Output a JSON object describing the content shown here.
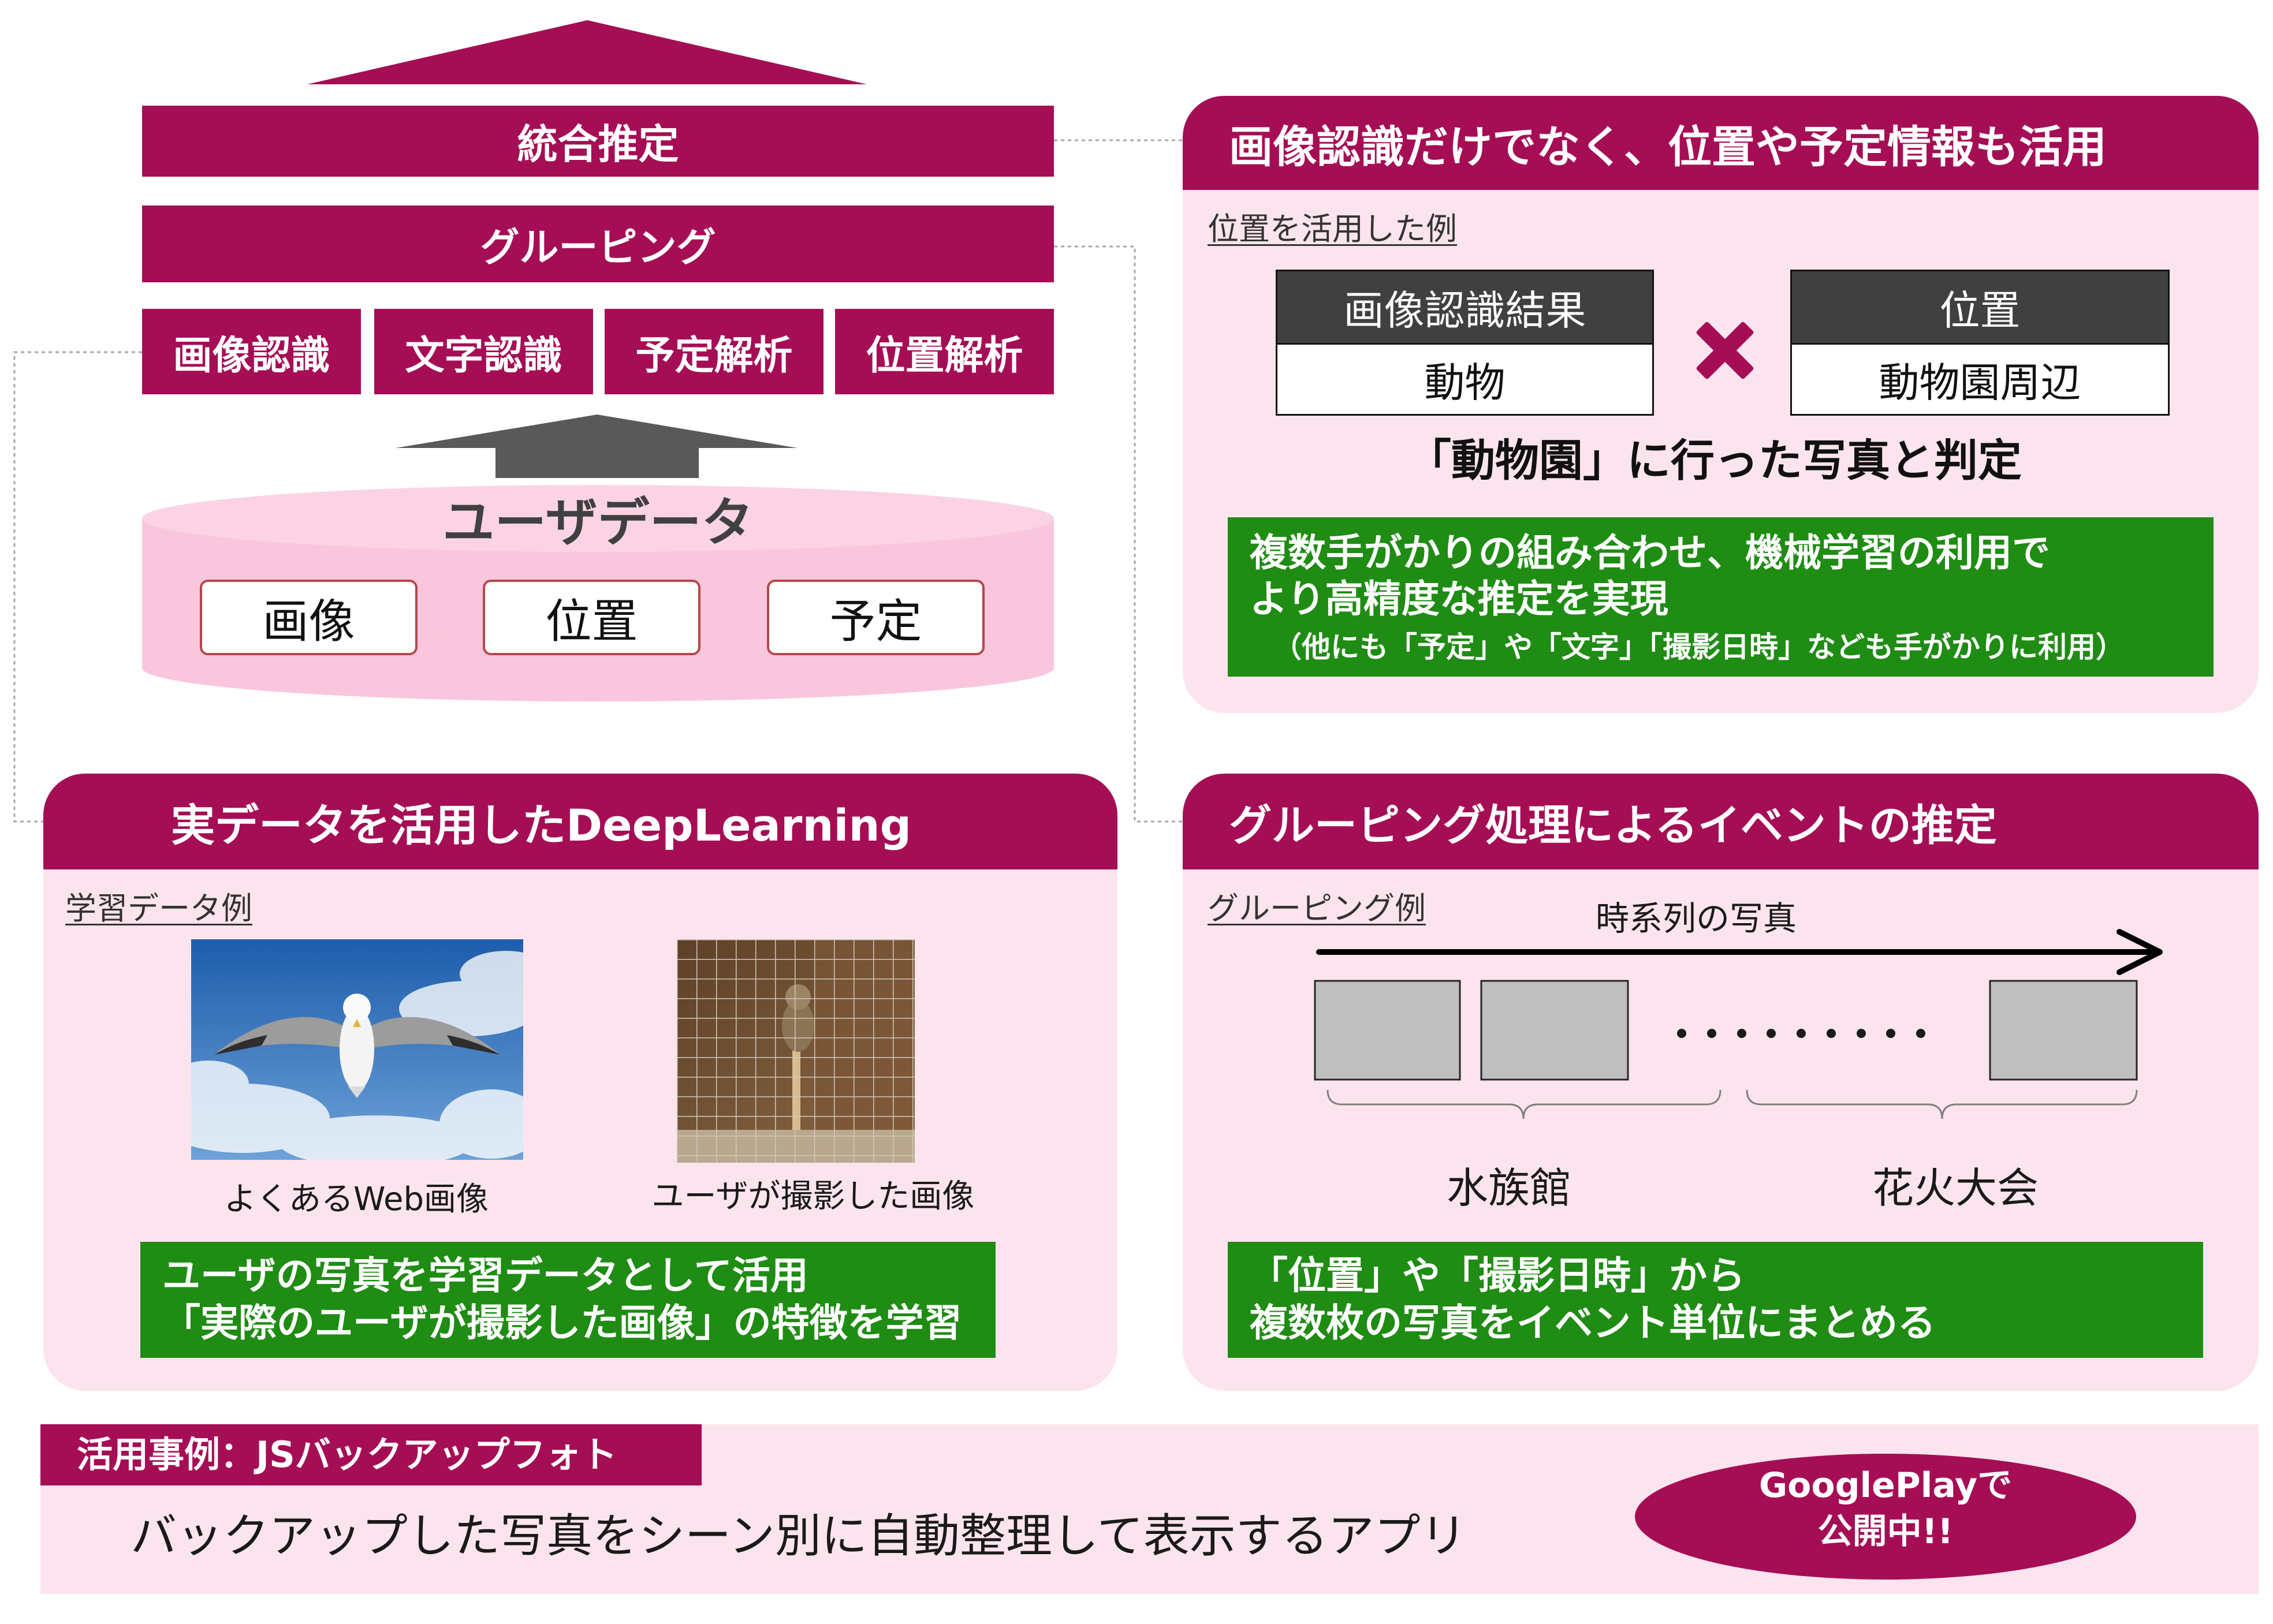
{
  "colors": {
    "brand": "#A50E55",
    "panel_bg": "#FCE4EE",
    "cylinder": "#F9C6DD",
    "note_green": "#1F8C14",
    "table_header": "#404040"
  },
  "pillar": {
    "top_label": "統合推定",
    "middle_label": "グルーピング",
    "modules": [
      "画像認識",
      "文字認識",
      "予定解析",
      "位置解析"
    ],
    "db_title": "ユーザデータ",
    "db_items": [
      "画像",
      "位置",
      "予定"
    ]
  },
  "panel_location": {
    "title": "画像認識だけでなく、位置や予定情報も活用",
    "example_label": "位置を活用した例",
    "table_a": {
      "header": "画像認識結果",
      "value": "動物"
    },
    "operator_icon": "multiply-icon",
    "table_b": {
      "header": "位置",
      "value": "動物園周辺"
    },
    "conclusion": "「動物園」に行った写真と判定",
    "note_lines": [
      "複数手がかりの組み合わせ、機械学習の利用で",
      "より高精度な推定を実現"
    ],
    "note_sub": "（他にも「予定」や「文字」「撮影日時」なども手がかりに利用）"
  },
  "panel_deeplearning": {
    "title": "実データを活用したDeepLearning",
    "example_label": "学習データ例",
    "images": [
      {
        "icon": "seagull-photo",
        "caption": "よくあるWeb画像"
      },
      {
        "icon": "caged-owl-photo",
        "caption": "ユーザが撮影した画像"
      }
    ],
    "note_lines": [
      "ユーザの写真を学習データとして活用",
      "「実際のユーザが撮影した画像」の特徴を学習"
    ]
  },
  "panel_grouping": {
    "title": "グルーピング処理によるイベントの推定",
    "example_label": "グルーピング例",
    "timeline_label": "時系列の写真",
    "groups": [
      "水族館",
      "花火大会"
    ],
    "note_lines": [
      "「位置」や「撮影日時」から",
      "複数枚の写真をイベント単位にまとめる"
    ]
  },
  "footer": {
    "label": "活用事例：JSバックアップフォト",
    "description": "バックアップした写真をシーン別に自動整理して表示するアプリ",
    "badge_lines": [
      "GooglePlayで",
      "公開中!!"
    ]
  }
}
